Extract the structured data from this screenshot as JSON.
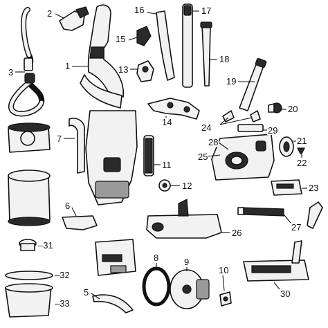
{
  "callouts": [
    {
      "id": "1",
      "text": "1"
    },
    {
      "id": "2",
      "text": "2"
    },
    {
      "id": "3",
      "text": "3"
    },
    {
      "id": "5",
      "text": "5"
    },
    {
      "id": "6",
      "text": "6"
    },
    {
      "id": "7",
      "text": "7"
    },
    {
      "id": "8",
      "text": "8"
    },
    {
      "id": "9",
      "text": "9"
    },
    {
      "id": "10",
      "text": "10"
    },
    {
      "id": "11",
      "text": "11"
    },
    {
      "id": "12",
      "text": "12"
    },
    {
      "id": "13",
      "text": "13"
    },
    {
      "id": "14",
      "text": "14"
    },
    {
      "id": "15",
      "text": "15"
    },
    {
      "id": "16",
      "text": "16"
    },
    {
      "id": "17",
      "text": "17"
    },
    {
      "id": "18",
      "text": "18"
    },
    {
      "id": "19",
      "text": "19"
    },
    {
      "id": "20",
      "text": "20"
    },
    {
      "id": "21",
      "text": "21"
    },
    {
      "id": "22",
      "text": "22"
    },
    {
      "id": "23",
      "text": "23"
    },
    {
      "id": "24",
      "text": "24"
    },
    {
      "id": "25",
      "text": "25"
    },
    {
      "id": "26",
      "text": "26"
    },
    {
      "id": "27",
      "text": "27"
    },
    {
      "id": "28",
      "text": "28"
    },
    {
      "id": "29",
      "text": "29"
    },
    {
      "id": "30",
      "text": "30"
    },
    {
      "id": "31",
      "text": "–31"
    },
    {
      "id": "32",
      "text": "–32"
    },
    {
      "id": "33",
      "text": "–33"
    }
  ]
}
